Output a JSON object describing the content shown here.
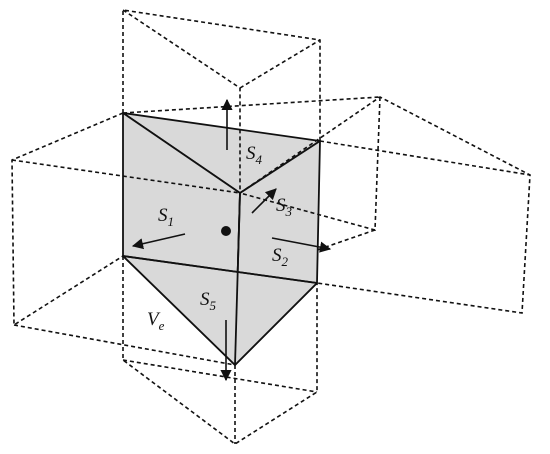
{
  "labels": {
    "s1": {
      "main": "S",
      "sub": "1"
    },
    "s2": {
      "main": "S",
      "sub": "2"
    },
    "s3": {
      "main": "S",
      "sub": "3"
    },
    "s4": {
      "main": "S",
      "sub": "4"
    },
    "s5": {
      "main": "S",
      "sub": "5"
    },
    "ve": {
      "main": "V",
      "sub": "e"
    }
  },
  "colors": {
    "face_fill": "#d9d9d9",
    "stroke": "#111111"
  }
}
